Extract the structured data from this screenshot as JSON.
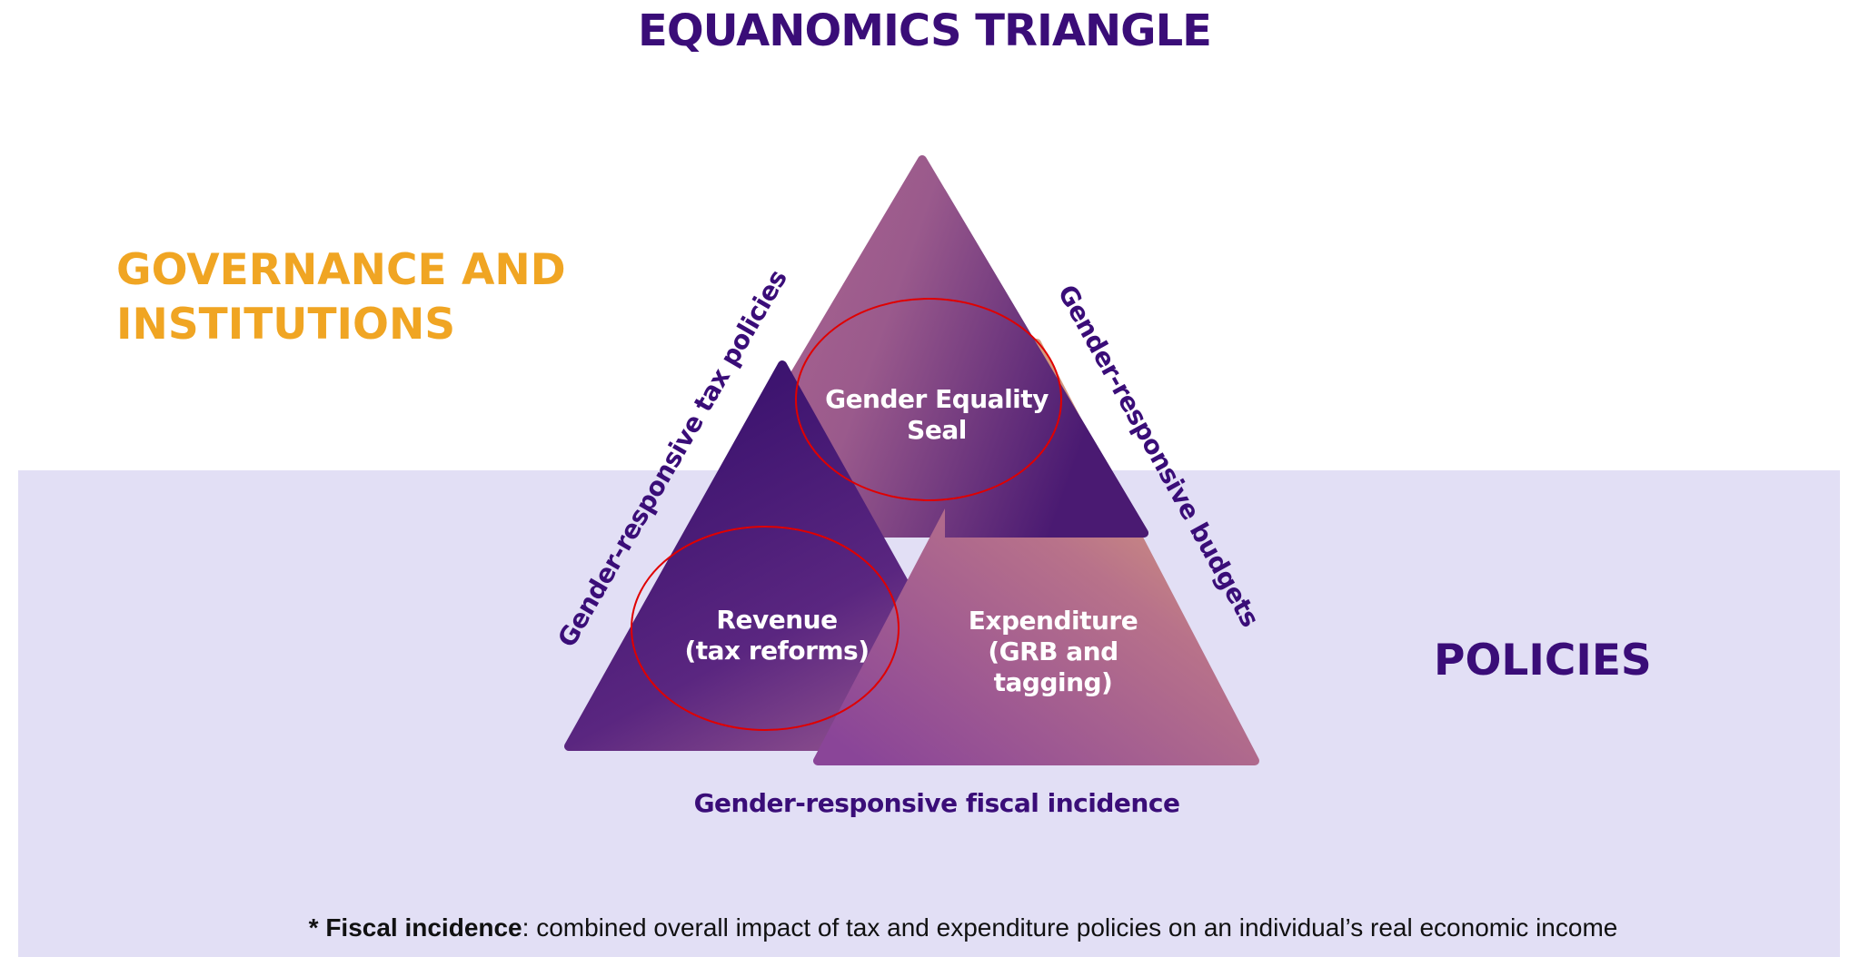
{
  "title": "EQUANOMICS TRIANGLE",
  "governance": {
    "line1": "GOVERNANCE AND",
    "line2": "INSTITUTIONS"
  },
  "policies": "POLICIES",
  "triangles": {
    "top": {
      "line1": "Gender Equality",
      "line2": "Seal"
    },
    "left": {
      "line1": "Revenue",
      "line2": "(tax reforms)"
    },
    "right": {
      "line1": "Expenditure",
      "line2": "(GRB and",
      "line3": "tagging)"
    }
  },
  "edges": {
    "left": "Gender-responsive tax policies",
    "right": "Gender-responsive budgets",
    "bottom": "Gender-responsive fiscal incidence"
  },
  "footnote": {
    "term": "* Fiscal incidence",
    "text": ": combined overall impact of tax and expenditure policies on an individual’s real economic income"
  },
  "colors": {
    "title": "#3a0d78",
    "governance": "#f0a523",
    "band": "#e2dff5",
    "highlight": "#e00000"
  }
}
